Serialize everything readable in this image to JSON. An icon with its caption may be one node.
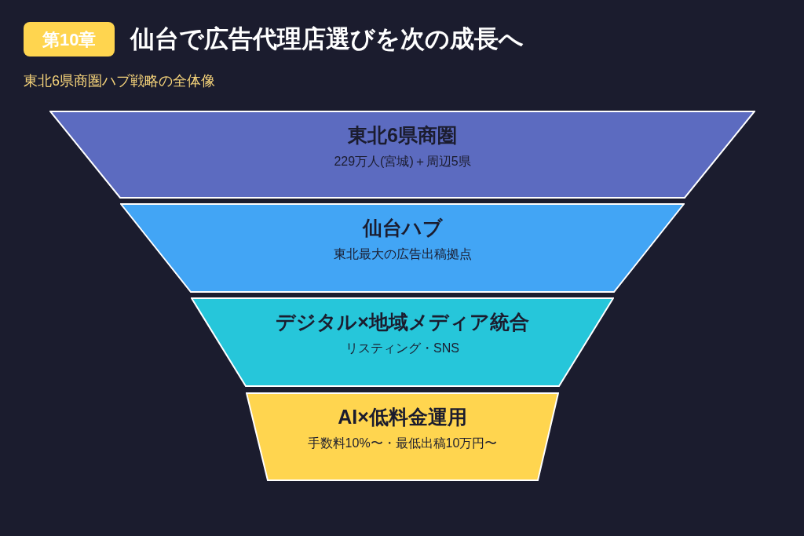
{
  "diagram": {
    "title": "仙台で広告代理店選びを次の成長へ",
    "nodes": [
      {
        "text": [
          "東北6県商圏",
          "229万人(宮城)＋周辺5県"
        ]
      },
      {
        "text": [
          "仙台ハブ",
          "東北最大の広告出稿拠点"
        ]
      },
      {
        "text": [
          "デジタル×地域メディア統合",
          "リスティング・SNS"
        ]
      },
      {
        "text": [
          "AI×低料金運用",
          "手数料10%〜・最低出稿10万円〜"
        ]
      }
    ],
    "labels": [
      "第10章",
      "東北6県商圏ハブ戦略の全体像"
    ]
  }
}
